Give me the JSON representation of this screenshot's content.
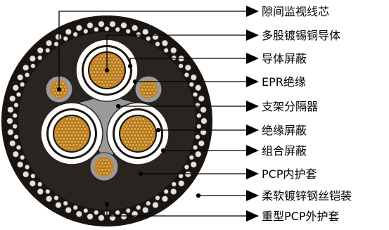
{
  "labels": [
    "隙间监视线芯",
    "多股镀锡铜导体",
    "导体屏蔽",
    "EPR绝缘",
    "支架分隔器",
    "绝缘屏蔽",
    "组合屏蔽",
    "PCP内护套",
    "柔软镀锌钢丝铠装",
    "重型PCP外护套"
  ],
  "colors": {
    "outer_sheath": "#1a1410",
    "armor_wire": "#e2e2e2",
    "inner_sheath": "#2a2420",
    "separator": "#9a9a9a",
    "insulation": "#ffffff",
    "conductor": "#c88a28",
    "conductor_strand": "#e8b04a",
    "leader": "#000000"
  }
}
